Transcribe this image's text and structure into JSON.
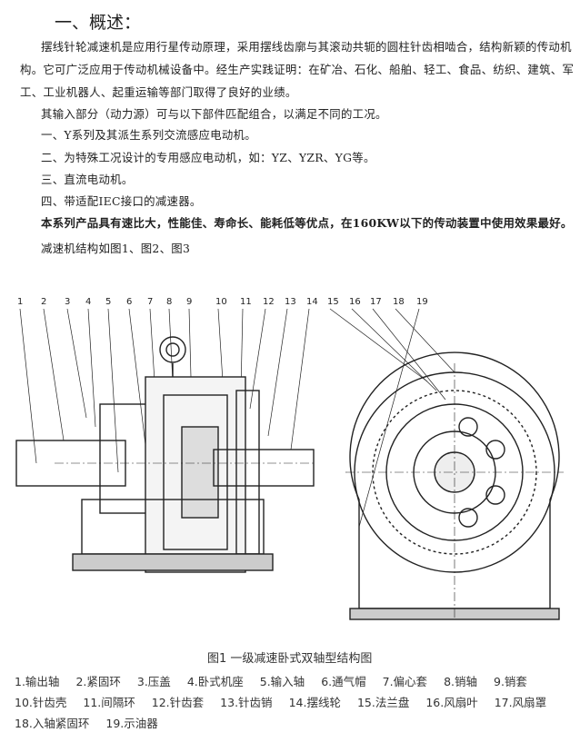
{
  "heading": "一、概述：",
  "paragraphs": [
    "摆线针轮减速机是应用行星传动原理，采用摆线齿廓与其滚动共轭的圆柱针齿相啮合，结构新颖的传动机",
    "构。它可广泛应用于传动机械设备中。经生产实践证明：在矿冶、石化、船舶、轻工、食品、纺织、建筑、军",
    "工、工业机器人、起重运输等部门取得了良好的业绩。",
    "其输入部分（动力源）可与以下部件匹配组合，以满足不同的工况。",
    "一、Y系列及其派生系列交流感应电动机。",
    "二、为特殊工况设计的专用感应电动机，如：YZ、YZR、YG等。",
    "三、直流电动机。",
    "四、带适配IEC接口的减速器。",
    "本系列产品具有速比大，性能佳、寿命长、能耗低等优点，在160KW以下的传动装置中使用效果最好。",
    "减速机结构如图1、图2、图3"
  ],
  "figure": {
    "callouts": [
      "1",
      "2",
      "3",
      "4",
      "5",
      "6",
      "7",
      "8",
      "9",
      "10",
      "11",
      "12",
      "13",
      "14",
      "15",
      "16",
      "17",
      "18",
      "19"
    ],
    "caption": "图1 一级减速卧式双轴型结构图"
  },
  "legend": [
    [
      "1.输出轴",
      "2.紧固环",
      "3.压盖",
      "4.卧式机座",
      "5.输入轴",
      "6.通气帽",
      "7.偏心套",
      "8.销轴",
      "9.销套"
    ],
    [
      "10.针齿壳",
      "11.间隔环",
      "12.针齿套",
      "13.针齿销",
      "14.摆线轮",
      "15.法兰盘",
      "16.风扇叶",
      "17.风扇罩"
    ],
    [
      "18.入轴紧固环",
      "19.示油器"
    ]
  ]
}
